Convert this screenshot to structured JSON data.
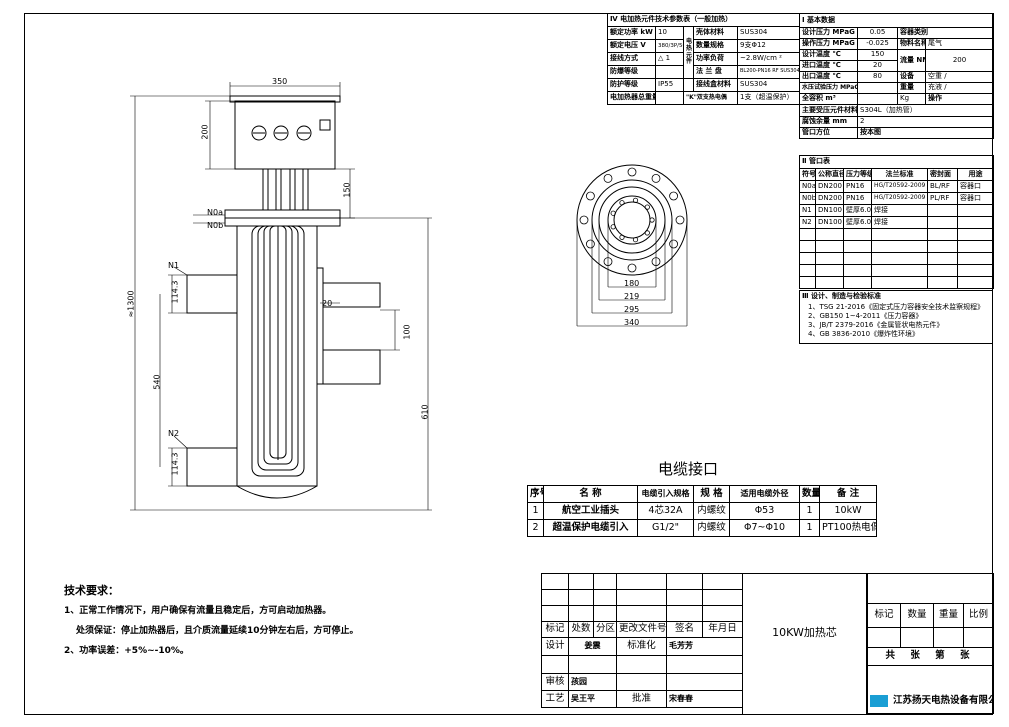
{
  "spec": {
    "title": "Ⅳ 电加热元件技术参数表（一般加热）",
    "rows": [
      {
        "k1": "额定功率 kW",
        "v1": "10",
        "mid": "电热元件",
        "k2": "壳体材料",
        "v2": "SUS304"
      },
      {
        "k1": "额定电压 V",
        "v1": "380/3P/50Hz",
        "mid": "",
        "k2": "数量规格",
        "v2": "9支Φ12"
      },
      {
        "k1": "接线方式",
        "v1": "△ 1",
        "mid": "",
        "k2": "功率负荷",
        "v2": "~2.8W/cm ²"
      },
      {
        "k1": "防爆等级",
        "v1": "",
        "mid": "",
        "k2": "法 兰 盘",
        "v2": "BL200-PN16 RF SUS304"
      },
      {
        "k1": "防护等级",
        "v1": "IP55",
        "mid": "",
        "k2": "接线盒材料",
        "v2": "SUS304"
      },
      {
        "k1": "电加热器总重量",
        "v1": "",
        "mid": "\"K\"双支热电偶",
        "k2": "",
        "v2": "1支（超温保护）"
      }
    ]
  },
  "basic": {
    "title": "Ⅰ 基本数据",
    "rows": [
      {
        "k": "设计压力 MPaG",
        "v": "0.05",
        "k2": "容器类别",
        "v2": ""
      },
      {
        "k": "操作压力 MPaG",
        "v": "-0.025",
        "k2": "物料名称",
        "v2": "尾气"
      },
      {
        "k": "设计温度 ℃",
        "v": "150",
        "k2": "流量 NM/h",
        "v2": "200"
      },
      {
        "k": "进口温度 ℃",
        "v": "20",
        "k2": "",
        "v2": ""
      },
      {
        "k": "出口温度 ℃",
        "v": "80",
        "k2": "设备",
        "v2": "空重 /"
      },
      {
        "k": "水压试验压力 MPaG",
        "v": "",
        "k2": "重量",
        "v2": "充液 /"
      },
      {
        "k": "全容积 m³",
        "v": "",
        "k2": "Kg",
        "v2": "操作"
      }
    ],
    "material_label": "主要受压元件材料",
    "material": "S304L（加热管）",
    "thick_label": "腐蚀余量 mm",
    "thick": "2",
    "orient_label": "管口方位",
    "orient": "按本图"
  },
  "nozzles": {
    "title": "Ⅱ 管口表",
    "headers": [
      "符号",
      "公称直径",
      "压力等级",
      "法兰标准",
      "密封面",
      "用途"
    ],
    "rows": [
      [
        "N0a",
        "DN200",
        "PN16",
        "HG/T20592-2009",
        "BL/RF",
        "容器口"
      ],
      [
        "N0b",
        "DN200",
        "PN16",
        "HG/T20592-2009",
        "PL/RF",
        "容器口"
      ],
      [
        "N1",
        "DN100",
        "壁厚6.02",
        "焊接",
        "",
        ""
      ],
      [
        "N2",
        "DN100",
        "壁厚6.02",
        "焊接",
        "",
        ""
      ]
    ]
  },
  "standards": {
    "title": "Ⅲ 设计、制造与检验标准",
    "items": [
      "1、TSG 21-2016《固定式压力容器安全技术监察规程》",
      "2、GB150 1~4-2011《压力容器》",
      "3、JB/T 2379-2016《金属管状电热元件》",
      "4、GB 3836-2010《爆炸性环境》"
    ]
  },
  "cable": {
    "title": "电缆接口",
    "headers": [
      "序号",
      "名 称",
      "电缆引入规格",
      "规 格",
      "适用电缆外径",
      "数量",
      "备 注"
    ],
    "rows": [
      [
        "1",
        "航空工业插头",
        "4芯32A",
        "内螺纹",
        "Φ53",
        "1",
        "10kW"
      ],
      [
        "2",
        "超温保护电缆引入",
        "G1/2\"",
        "内螺纹",
        "Φ7~Φ10",
        "1",
        "PT100热电偶"
      ]
    ]
  },
  "tech": {
    "title": "技术要求：",
    "lines": [
      "1、正常工作情况下，用户确保有流量且稳定后，方可启动加热器。",
      "处须保证：停止加热器后，且介质流量延续10分钟左右后，方可停止。",
      "2、功率误差：+5%~-10%。"
    ]
  },
  "titleblock": {
    "h1": "标记",
    "h2": "处数",
    "h3": "分区",
    "h4": "更改文件号",
    "h5": "签名",
    "h6": "年月日",
    "design": "设计",
    "designer": "姜震",
    "std": "标准化",
    "std_person": "毛芳芳",
    "check": "审核",
    "checker": "孩园",
    "craft": "工艺",
    "craft_person": "吴王平",
    "approve": "批准",
    "approver": "宋春春",
    "drawing_name": "10KW加热芯",
    "mark": "标记",
    "qty": "数量",
    "weight": "重量",
    "scale": "比例",
    "sheets": "共 张 第 张",
    "company": "江苏扬天电热设备有限公司"
  },
  "drawing": {
    "dims": {
      "top_width": "350",
      "box_h": "200",
      "flange_h": "150",
      "total": "≈1300",
      "offset": "20",
      "n1": "114.3",
      "n2": "114.3",
      "gap": "540",
      "pipe": "100",
      "length": "610"
    },
    "labels": {
      "n0a": "N0a",
      "n0b": "N0b",
      "n1": "N1",
      "n2": "N2"
    },
    "flange_dims": [
      "180",
      "219",
      "295",
      "340"
    ]
  }
}
